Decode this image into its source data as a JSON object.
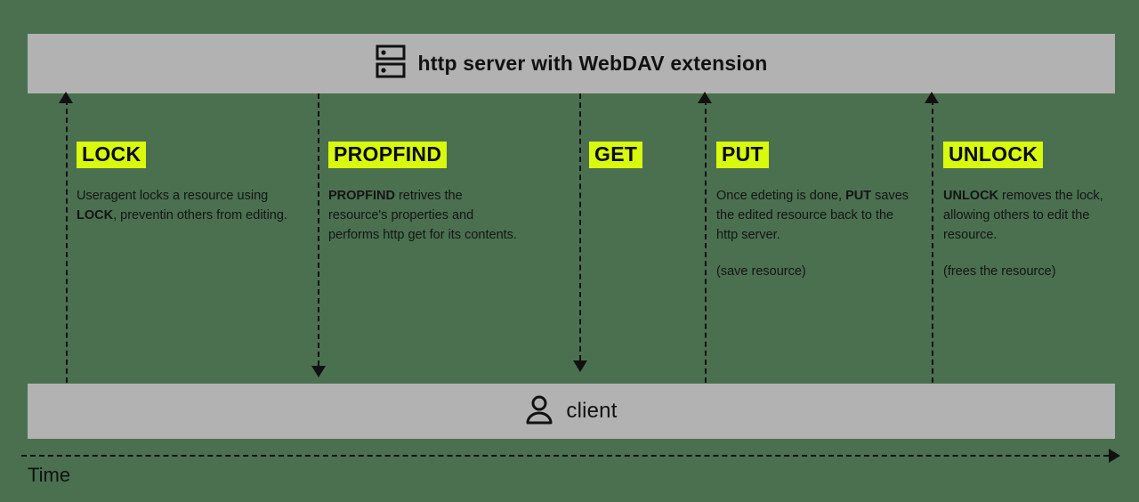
{
  "diagram": {
    "title": "WebDAV request sequence diagram",
    "background_color": "#4a7050",
    "lane_color": "#b2b2b2",
    "highlight_color": "#d9f90d",
    "line_color": "#111111"
  },
  "server_lane": {
    "label": "http server with WebDAV extension",
    "icon": "server-icon"
  },
  "client_lane": {
    "label": "client",
    "icon": "user-icon"
  },
  "time_axis": {
    "label": "Time",
    "arrow": "arrow-right-icon"
  },
  "messages": [
    {
      "verb": "LOCK",
      "direction": "up",
      "description_parts": [
        {
          "text": "Useragent locks a resource using ",
          "bold": false
        },
        {
          "text": "LOCK",
          "bold": true
        },
        {
          "text": ", preventin others from editing.",
          "bold": false
        }
      ],
      "note": ""
    },
    {
      "verb": "PROPFIND",
      "direction": "down",
      "description_parts": [
        {
          "text": "PROPFIND",
          "bold": true
        },
        {
          "text": " retrives the resource's properties and performs http get for its contents.",
          "bold": false
        }
      ],
      "note": ""
    },
    {
      "verb": "GET",
      "direction": "down",
      "description_parts": [],
      "note": ""
    },
    {
      "verb": "PUT",
      "direction": "up",
      "description_parts": [
        {
          "text": "Once edeting is done, ",
          "bold": false
        },
        {
          "text": "PUT",
          "bold": true
        },
        {
          "text": " saves the edited resource back to the http server.",
          "bold": false
        }
      ],
      "note": "(save resource)"
    },
    {
      "verb": "UNLOCK",
      "direction": "up",
      "description_parts": [
        {
          "text": "UNLOCK",
          "bold": true
        },
        {
          "text": " removes the lock, allowing others to edit the resource.",
          "bold": false
        }
      ],
      "note": "(frees the resource)"
    }
  ]
}
